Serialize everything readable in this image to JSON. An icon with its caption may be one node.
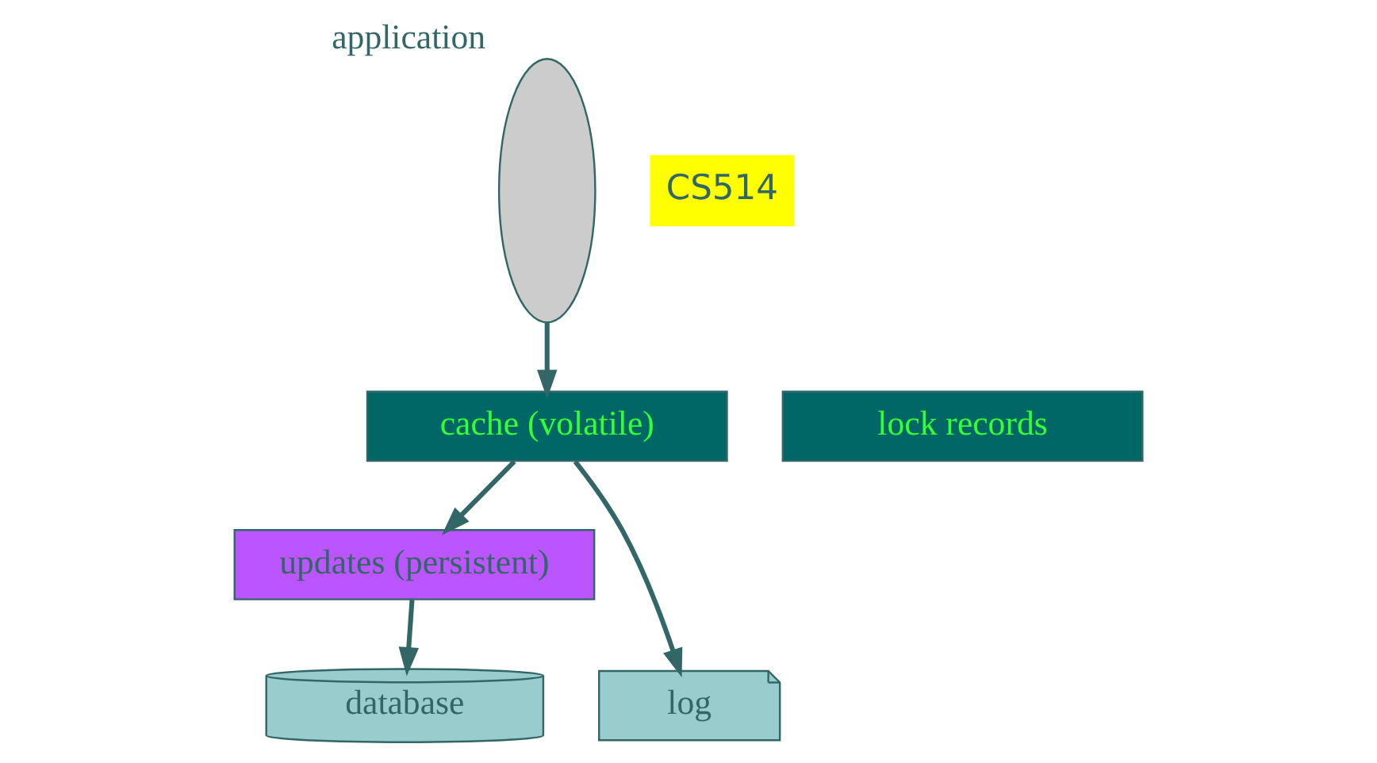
{
  "diagram": {
    "nodes": [
      {
        "text": [],
        "shape": "ellipse",
        "beside": [
          "application"
        ]
      },
      {
        "text": [
          "cache (volatile)"
        ]
      },
      {
        "text": [
          "lock records"
        ]
      },
      {
        "text": [
          "updates (persistent)"
        ]
      },
      {
        "text": [
          "database"
        ]
      },
      {
        "text": [
          "log"
        ]
      }
    ],
    "edges": [
      {
        "from": 0,
        "to": 1,
        "arrow": "to"
      },
      {
        "from": 1,
        "to": 3,
        "arrow": "to"
      },
      {
        "from": 1,
        "to": 5,
        "arrow": "to"
      },
      {
        "from": 3,
        "to": 4,
        "arrow": "to"
      }
    ],
    "labels": [
      "CS514"
    ]
  }
}
